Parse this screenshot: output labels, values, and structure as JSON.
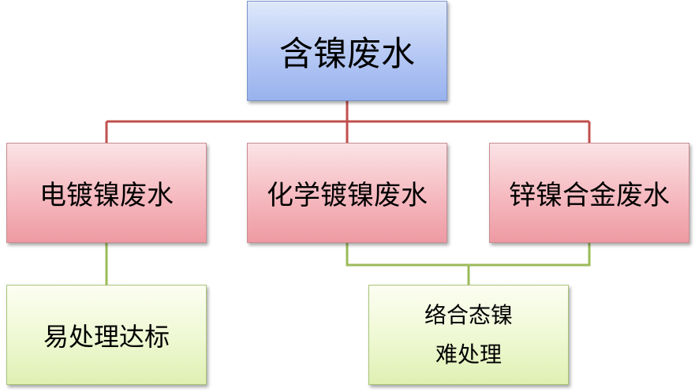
{
  "root": {
    "label": "含镍废水"
  },
  "sources": [
    {
      "label": "电镀镍废水"
    },
    {
      "label": "化学镀镍废水"
    },
    {
      "label": "锌镍合金废水"
    }
  ],
  "outcomes": [
    {
      "lines": [
        "易处理达标"
      ]
    },
    {
      "lines": [
        "络合态镍",
        "难处理"
      ]
    }
  ],
  "colors": {
    "root_fill": "#b5c8f4",
    "source_fill": "#f5b9bf",
    "outcome_fill": "#eef8d2",
    "red_connector": "#c0504d",
    "green_connector": "#9bbb59"
  }
}
